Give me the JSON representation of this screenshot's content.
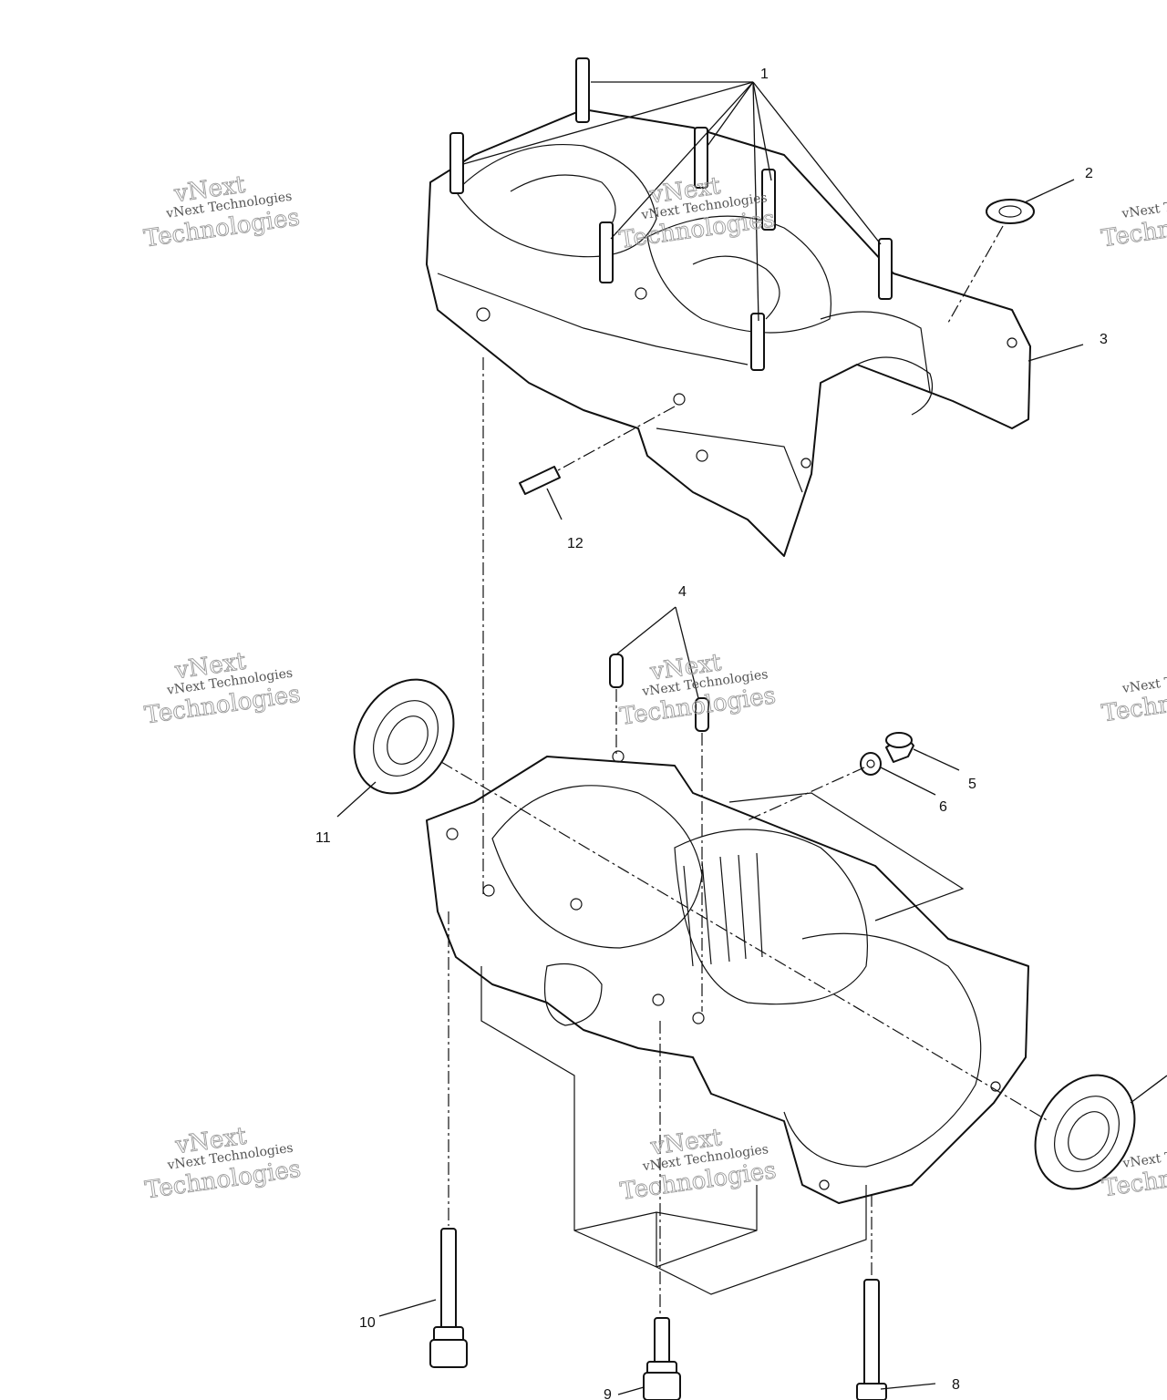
{
  "callouts": {
    "c1": "1",
    "c2": "2",
    "c3": "3",
    "c4": "4",
    "c5": "5",
    "c6": "6",
    "c8": "8",
    "c9": "9",
    "c10": "10",
    "c11": "11",
    "c12": "12"
  },
  "watermark": {
    "line1": "vNext",
    "line2": "Technologies",
    "small": "vNext Technologies",
    "edge_small": "vNext Tec",
    "edge_big": "Techno"
  }
}
